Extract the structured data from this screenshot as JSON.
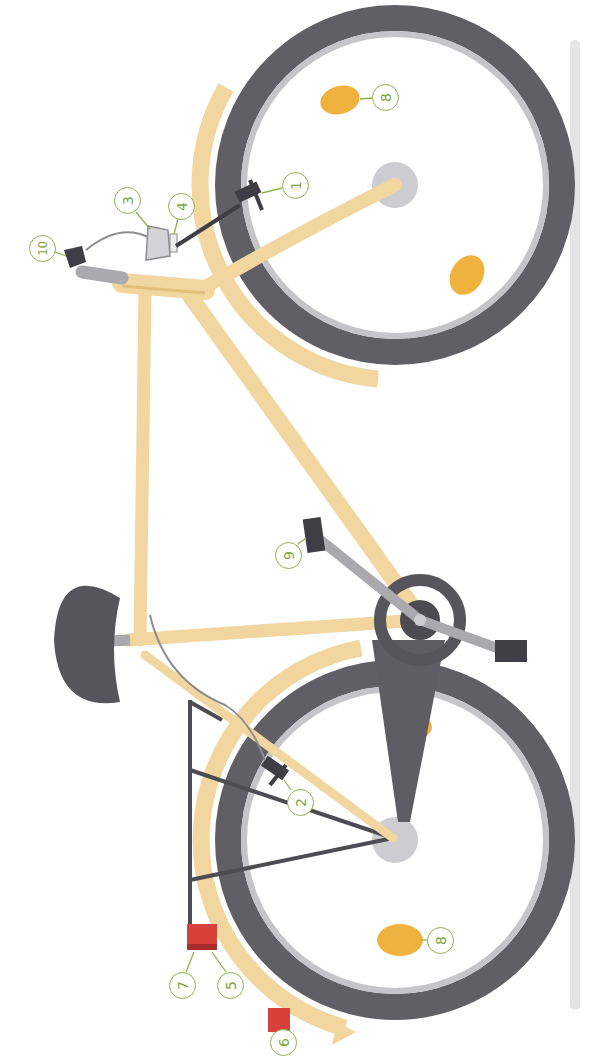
{
  "diagram": {
    "labels": [
      "10",
      "3",
      "4",
      "1",
      "8",
      "9",
      "2",
      "7",
      "5",
      "6",
      "8"
    ]
  }
}
